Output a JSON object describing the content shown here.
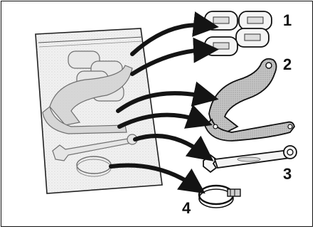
{
  "figure": {
    "callouts": [
      {
        "number": "1",
        "part": "hose-clip-set"
      },
      {
        "number": "2",
        "part": "fork-bracket"
      },
      {
        "number": "3",
        "part": "spanner-wrench"
      },
      {
        "number": "4",
        "part": "hose-clamp"
      }
    ],
    "colors": {
      "ink": "#111111",
      "bag_fill": "#eeeeee",
      "part_fill": "#b9b9b9",
      "arrow": "#141414"
    }
  }
}
